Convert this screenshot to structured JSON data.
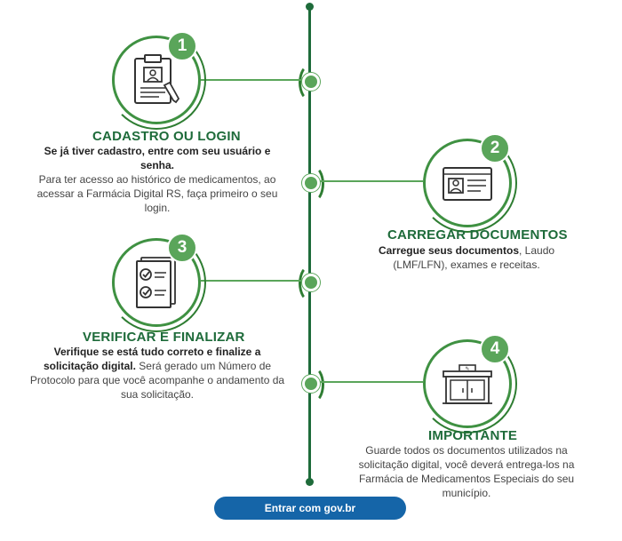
{
  "steps": [
    {
      "number": "1",
      "title": "CADASTRO OU LOGIN",
      "desc_bold": "Se já tiver cadastro, entre com seu usuário e senha.",
      "desc_text": "Para ter acesso ao histórico de medicamentos, ao acessar a Farmácia Digital RS, faça primeiro o seu login.",
      "icon": "clipboard-profile-icon"
    },
    {
      "number": "2",
      "title": "CARREGAR DOCUMENTOS",
      "desc_bold": "Carregue seus documentos",
      "desc_text": ", Laudo (LMF/LFN), exames e receitas.",
      "icon": "id-document-icon"
    },
    {
      "number": "3",
      "title": "VERIFICAR E FINALIZAR",
      "desc_bold": "Verifique se está tudo correto e finalize a solicitação digital.",
      "desc_text": " Será gerado um Número de Protocolo para que você acompanhe o andamento da sua solicitação.",
      "icon": "checklist-icon"
    },
    {
      "number": "4",
      "title": "IMPORTANTE",
      "desc_bold": "",
      "desc_text": "Guarde todos os documentos utilizados na solicitação digital, você deverá entrega-los na Farmácia de Medicamentos Especiais do seu município.",
      "icon": "pharmacy-building-icon"
    }
  ],
  "cta": {
    "label": "Entrar com gov.br"
  },
  "colors": {
    "green": "#5aa55a",
    "dark_green": "#1e6b3a",
    "button_blue": "#1565a8"
  }
}
